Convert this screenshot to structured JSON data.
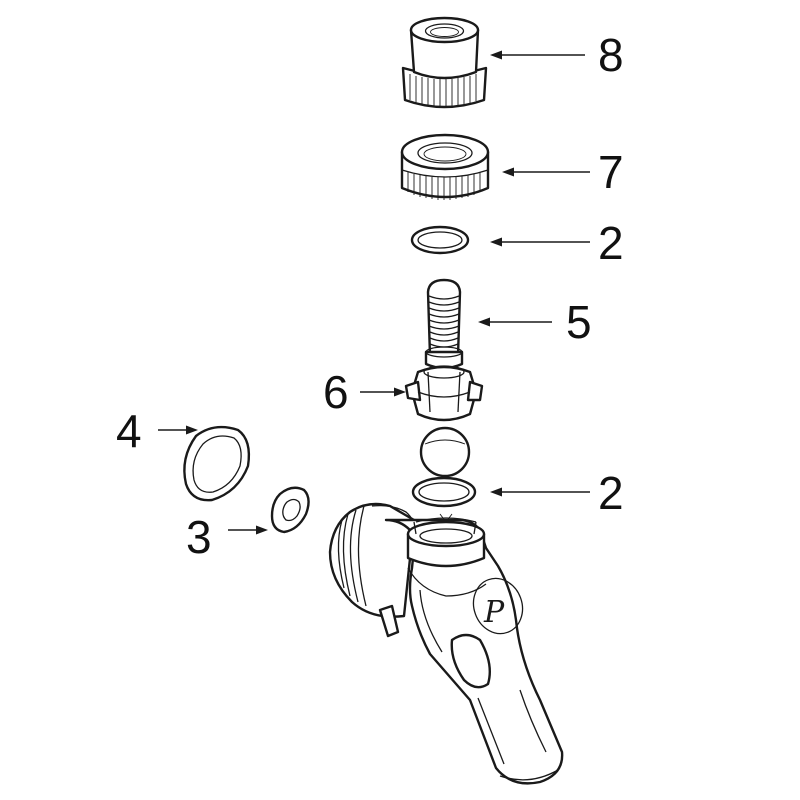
{
  "diagram": {
    "type": "exploded-parts-diagram",
    "line_color": "#1a1a1a",
    "background": "#ffffff",
    "callouts": [
      {
        "id": "c8",
        "label": "8",
        "part": "ring-nut-cap"
      },
      {
        "id": "c7",
        "label": "7",
        "part": "coupling-nut"
      },
      {
        "id": "c2a",
        "label": "2",
        "part": "o-ring-upper"
      },
      {
        "id": "c5",
        "label": "5",
        "part": "threaded-lever-stem"
      },
      {
        "id": "c6",
        "label": "6",
        "part": "valve-collar"
      },
      {
        "id": "c4",
        "label": "4",
        "part": "shank-washer-large"
      },
      {
        "id": "c2b",
        "label": "2",
        "part": "o-ring-lower"
      },
      {
        "id": "c3",
        "label": "3",
        "part": "shank-washer-small"
      }
    ],
    "logo_letter": "P"
  }
}
